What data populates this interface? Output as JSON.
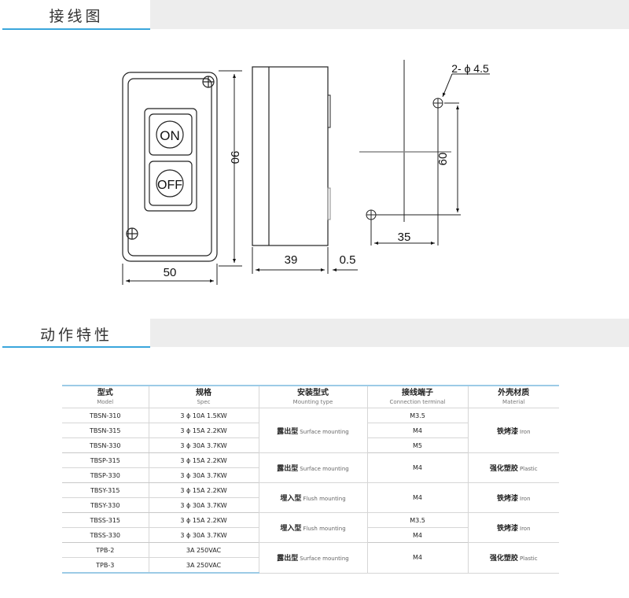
{
  "sections": {
    "wiring": {
      "title": "接线图"
    },
    "characteristics": {
      "title": "动作特性"
    }
  },
  "drawing": {
    "front_view": {
      "buttons": {
        "on": "ON",
        "off": "OFF"
      },
      "dim_width": "50",
      "dim_height": "90"
    },
    "side_view": {
      "dim_depth": "39",
      "dim_offset": "0.5"
    },
    "mounting_view": {
      "hole_label": "2- ϕ 4.5",
      "dim_vertical": "60",
      "dim_horizontal": "35"
    }
  },
  "table": {
    "headers": [
      {
        "cn": "型式",
        "en": "Model"
      },
      {
        "cn": "规格",
        "en": "Spec"
      },
      {
        "cn": "安装型式",
        "en": "Mounting type"
      },
      {
        "cn": "接线端子",
        "en": "Connection terminal"
      },
      {
        "cn": "外壳材质",
        "en": "Material"
      }
    ],
    "rows": [
      {
        "model": "TBSN-310",
        "spec": "3 ϕ 10A 1.5KW",
        "terminal": "M3.5"
      },
      {
        "model": "TBSN-315",
        "spec": "3 ϕ 15A 2.2KW",
        "terminal": "M4"
      },
      {
        "model": "TBSN-330",
        "spec": "3 ϕ 30A 3.7KW",
        "terminal": "M5"
      },
      {
        "model": "TBSP-315",
        "spec": "3 ϕ 15A 2.2KW"
      },
      {
        "model": "TBSP-330",
        "spec": "3 ϕ 30A 3.7KW"
      },
      {
        "model": "TBSY-315",
        "spec": "3 ϕ 15A 2.2KW"
      },
      {
        "model": "TBSY-330",
        "spec": "3 ϕ 30A 3.7KW"
      },
      {
        "model": "TBSS-315",
        "spec": "3 ϕ 15A 2.2KW",
        "terminal": "M3.5"
      },
      {
        "model": "TBSS-330",
        "spec": "3 ϕ 30A 3.7KW",
        "terminal": "M4"
      },
      {
        "model": "TPB-2",
        "spec": "3A 250VAC"
      },
      {
        "model": "TPB-3",
        "spec": "3A 250VAC"
      }
    ],
    "groups": [
      {
        "mounting_cn": "露出型",
        "mounting_en": "Surface mounting",
        "material_cn": "铁烤漆",
        "material_en": "Iron"
      },
      {
        "mounting_cn": "露出型",
        "mounting_en": "Surface mounting",
        "terminal": "M4",
        "material_cn": "强化塑胶",
        "material_en": "Plastic"
      },
      {
        "mounting_cn": "埋入型",
        "mounting_en": "Flush mounting",
        "terminal": "M4",
        "material_cn": "铁烤漆",
        "material_en": "Iron"
      },
      {
        "mounting_cn": "埋入型",
        "mounting_en": "Flush mounting",
        "material_cn": "铁烤漆",
        "material_en": "Iron"
      },
      {
        "mounting_cn": "露出型",
        "mounting_en": "Surface mounting",
        "terminal": "M4",
        "material_cn": "强化塑胶",
        "material_en": "Plastic"
      }
    ]
  }
}
